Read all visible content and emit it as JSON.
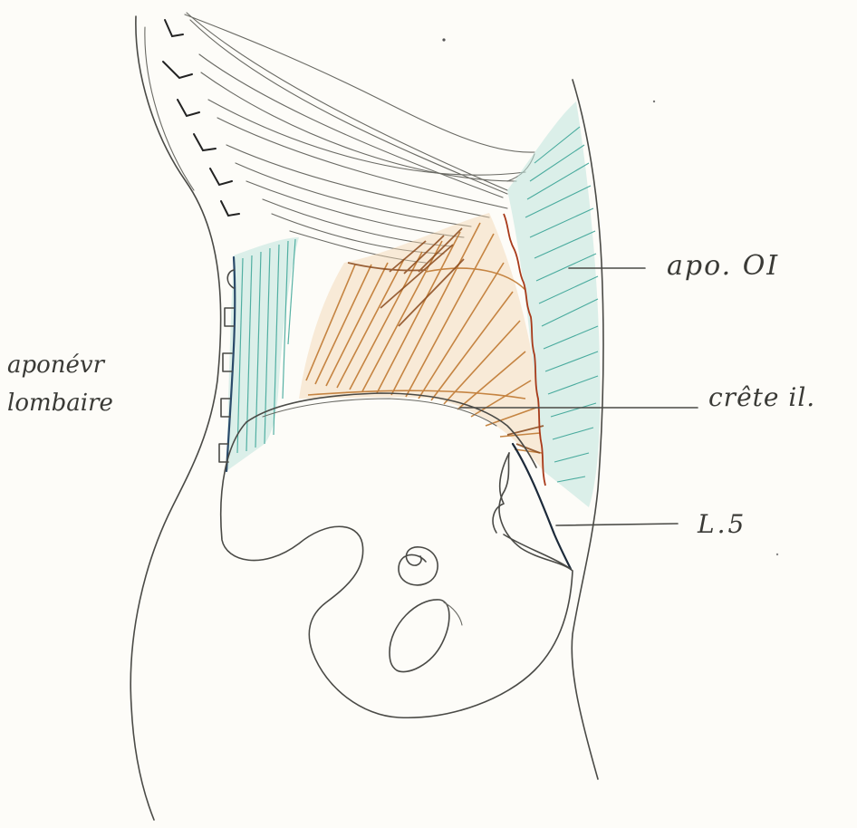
{
  "labels": {
    "apo_oi": "apo. OI",
    "crete_iliaque": "crête il.",
    "l5": "L.5",
    "aponevrose_lombaire_line1": "aponévr",
    "aponevrose_lombaire_line2": "lombaire"
  },
  "colors": {
    "pencil": "#4a4a46",
    "teal_aponeurosis": "#3aa496",
    "orange_muscle": "#c07a32",
    "brown_muscle": "#8a4a1c",
    "red_line": "#a83a1a",
    "dark_ink": "#1c2a3a"
  }
}
